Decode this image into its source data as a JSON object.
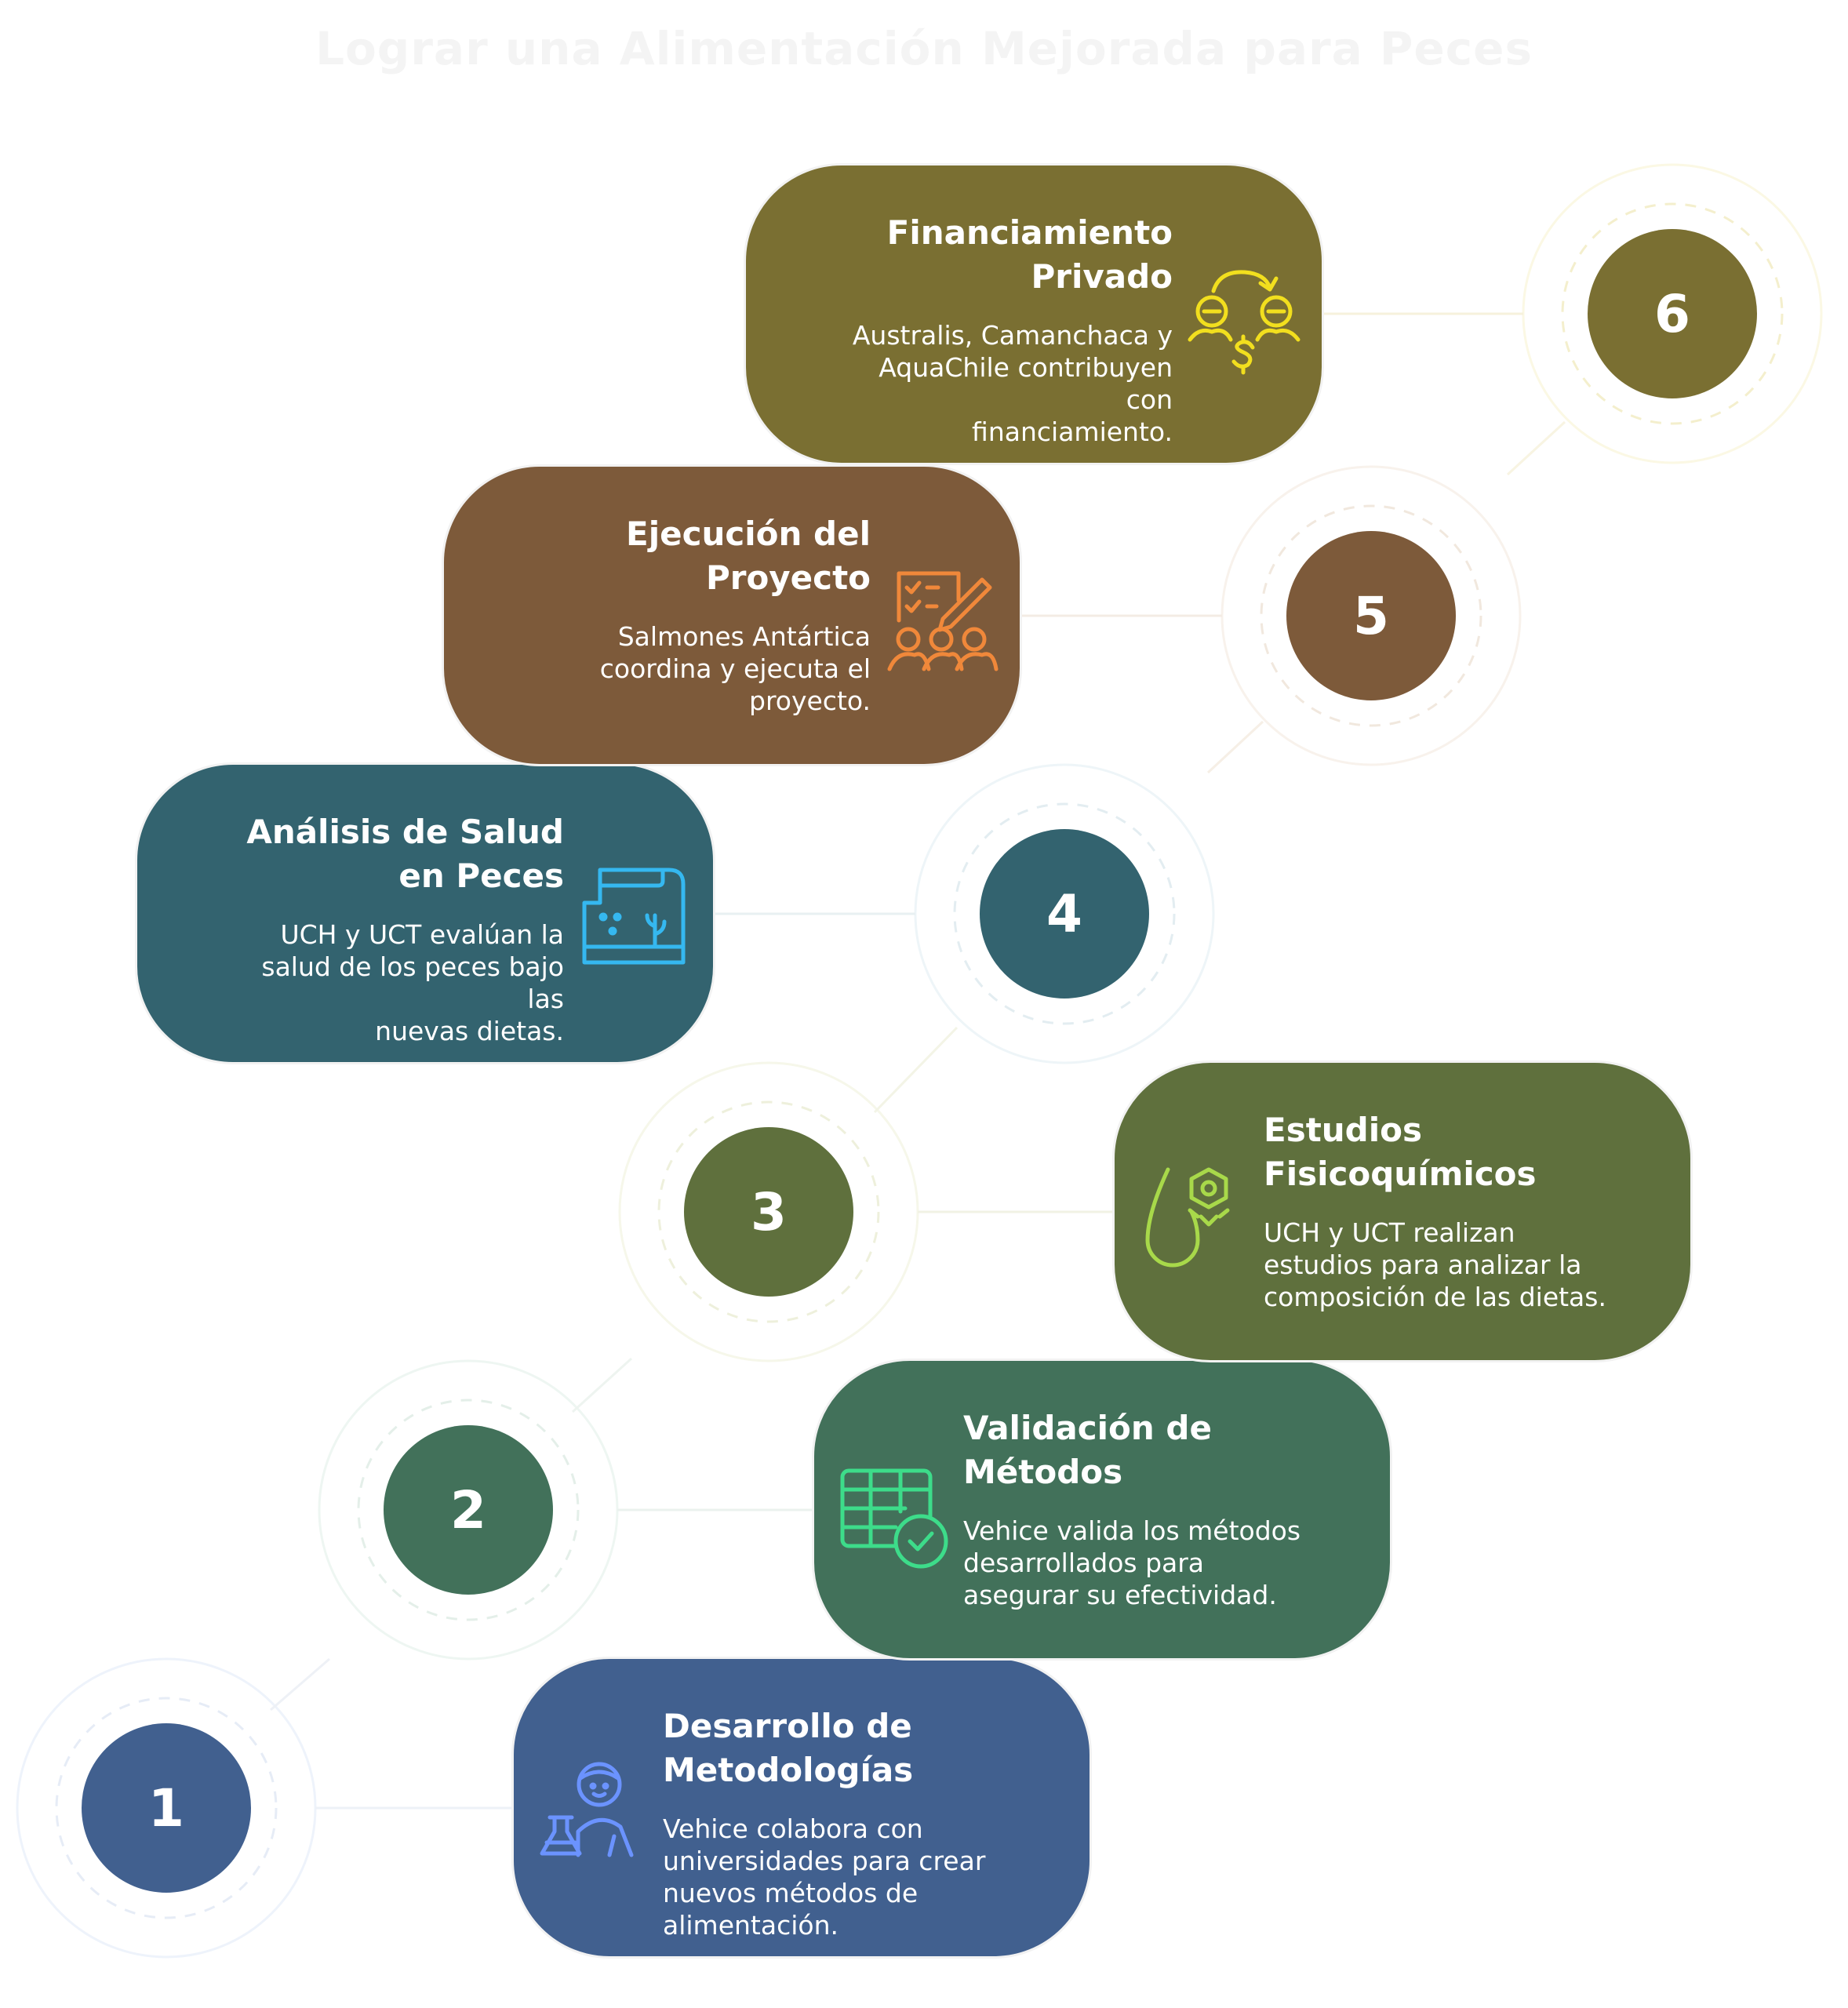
{
  "title": "Lograr una Alimentación Mejorada para Peces",
  "colors": {
    "step1": "#41608f",
    "step2": "#42715a",
    "step3": "#5f703d",
    "step4": "#33636f",
    "step5": "#7d5a3a",
    "step6": "#7a6f32",
    "icon1": "#6b93ff",
    "icon2": "#3ddc8a",
    "icon3": "#a8d94a",
    "icon4": "#35b8f0",
    "icon5": "#f0883a",
    "icon6": "#f2df1e"
  },
  "steps": [
    {
      "number": "1",
      "heading": "Desarrollo de\nMetodologías",
      "description": "Vehice colabora con\nuniversidades para crear\nnuevos métodos de\nalimentación.",
      "icon": "scientist-flask-icon"
    },
    {
      "number": "2",
      "heading": "Validación de\nMétodos",
      "description": "Vehice valida los métodos\ndesarrollados para\nasegurar su efectividad.",
      "icon": "table-check-icon"
    },
    {
      "number": "3",
      "heading": "Estudios\nFisicoquímicos",
      "description": "UCH y UCT realizan\nestudios para analizar la\ncomposición de las dietas.",
      "icon": "droplet-molecule-icon"
    },
    {
      "number": "4",
      "heading": "Análisis de Salud\nen Peces",
      "description": "UCH y UCT evalúan la\nsalud de los peces bajo las\nnuevas dietas.",
      "icon": "aquarium-icon"
    },
    {
      "number": "5",
      "heading": "Ejecución del\nProyecto",
      "description": "Salmones Antártica\ncoordina y ejecuta el\nproyecto.",
      "icon": "team-plan-icon"
    },
    {
      "number": "6",
      "heading": "Financiamiento\nPrivado",
      "description": "Australis, Camanchaca y\nAquaChile contribuyen con\nfinanciamiento.",
      "icon": "money-exchange-icon"
    }
  ]
}
